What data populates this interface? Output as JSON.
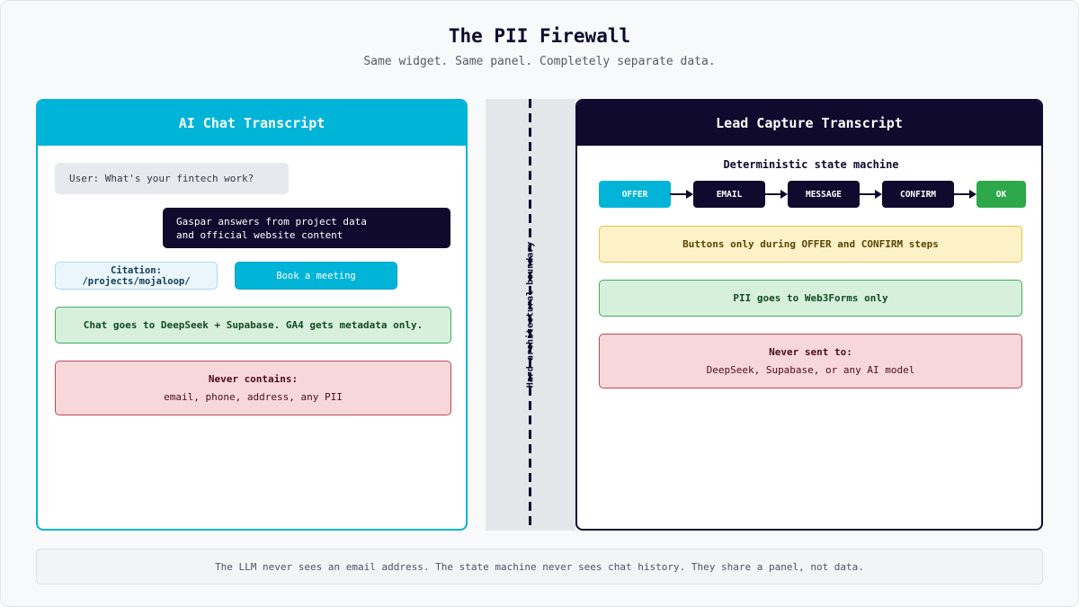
{
  "header": {
    "title": "The PII Firewall",
    "subtitle": "Same widget. Same panel. Completely separate data."
  },
  "left_panel": {
    "title": "AI Chat Transcript",
    "user_message": "User: What's your fintech work?",
    "bot_message_line1": "Gaspar answers from project data",
    "bot_message_line2": "and official website content",
    "citation": "Citation: /projects/mojaloop/",
    "book_button": "Book a meeting",
    "data_flow_note": "Chat goes to DeepSeek + Supabase. GA4 gets metadata only.",
    "never_contains_title": "Never contains:",
    "never_contains_items": "email, phone, address, any PII"
  },
  "boundary": {
    "label": "Hard architectural boundary"
  },
  "right_panel": {
    "title": "Lead Capture Transcript",
    "state_machine_title": "Deterministic state machine",
    "steps": [
      "OFFER",
      "EMAIL",
      "MESSAGE",
      "CONFIRM",
      "OK"
    ],
    "buttons_note": "Buttons only during OFFER and CONFIRM steps",
    "pii_note": "PII goes to Web3Forms only",
    "never_sent_title": "Never sent to:",
    "never_sent_items": "DeepSeek, Supabase, or any AI model"
  },
  "footer": {
    "text": "The LLM never sees an email address. The state machine never sees chat history. They share a panel, not data."
  },
  "colors": {
    "cyan": "#00b4d8",
    "navy": "#0f0a2e",
    "green": "#2ea84a",
    "note_green_bg": "#d7f0dc",
    "note_red_bg": "#f8d7da",
    "note_yellow_bg": "#fdf1c7"
  }
}
